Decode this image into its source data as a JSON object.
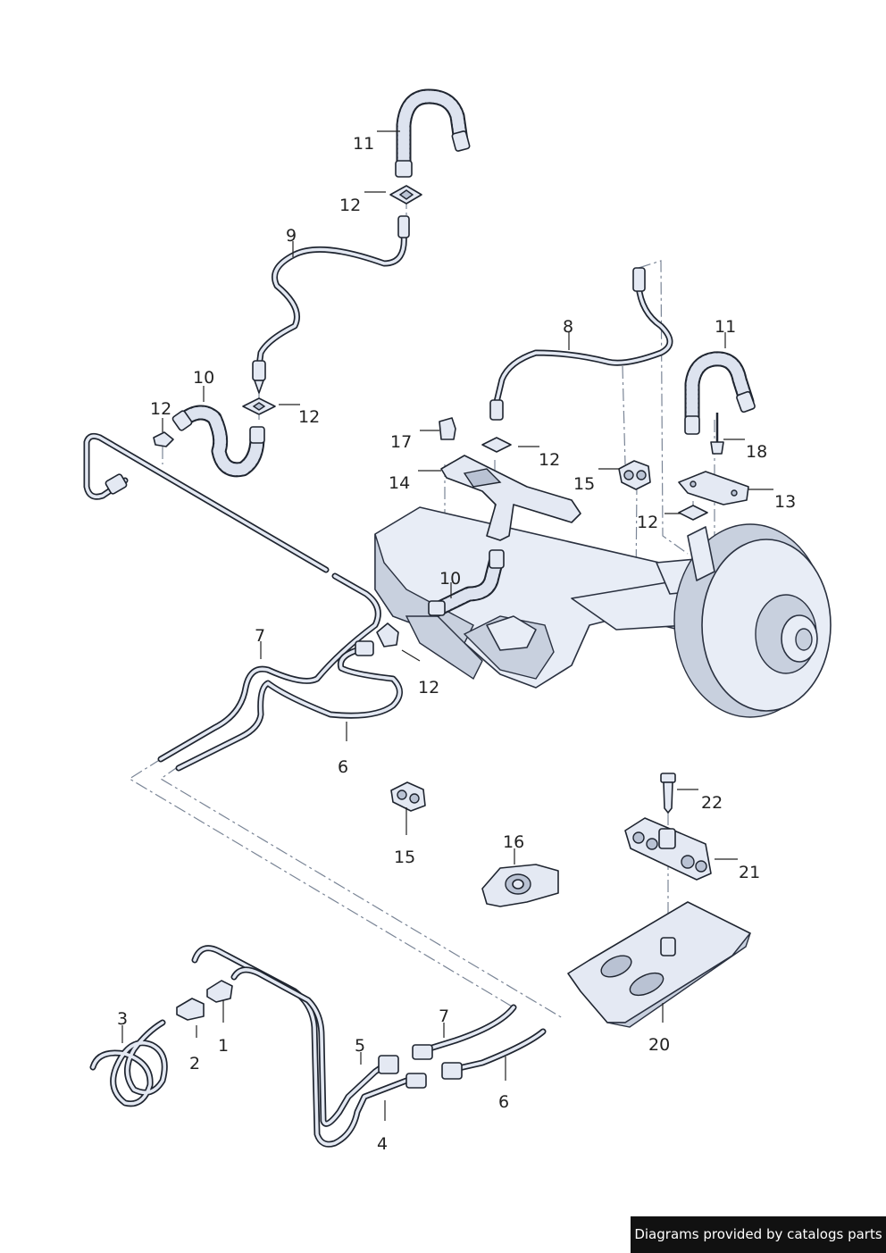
{
  "footer": {
    "credit": "Diagrams provided by catalogs parts"
  },
  "callouts": [
    {
      "id": "c11a",
      "text": "11"
    },
    {
      "id": "c12a",
      "text": "12"
    },
    {
      "id": "c9",
      "text": "9"
    },
    {
      "id": "c10a",
      "text": "10"
    },
    {
      "id": "c12b",
      "text": "12"
    },
    {
      "id": "c12c",
      "text": "12"
    },
    {
      "id": "c8",
      "text": "8"
    },
    {
      "id": "c11b",
      "text": "11"
    },
    {
      "id": "c17",
      "text": "17"
    },
    {
      "id": "c12d",
      "text": "12"
    },
    {
      "id": "c18",
      "text": "18"
    },
    {
      "id": "c14",
      "text": "14"
    },
    {
      "id": "c15a",
      "text": "15"
    },
    {
      "id": "c13",
      "text": "13"
    },
    {
      "id": "c12e",
      "text": "12"
    },
    {
      "id": "c10b",
      "text": "10"
    },
    {
      "id": "c7a",
      "text": "7"
    },
    {
      "id": "c12f",
      "text": "12"
    },
    {
      "id": "c6a",
      "text": "6"
    },
    {
      "id": "c22",
      "text": "22"
    },
    {
      "id": "c15b",
      "text": "15"
    },
    {
      "id": "c16",
      "text": "16"
    },
    {
      "id": "c21",
      "text": "21"
    },
    {
      "id": "c3",
      "text": "3"
    },
    {
      "id": "c7b",
      "text": "7"
    },
    {
      "id": "c2",
      "text": "2"
    },
    {
      "id": "c1",
      "text": "1"
    },
    {
      "id": "c5",
      "text": "5"
    },
    {
      "id": "c6b",
      "text": "6"
    },
    {
      "id": "c20",
      "text": "20"
    },
    {
      "id": "c4",
      "text": "4"
    }
  ]
}
